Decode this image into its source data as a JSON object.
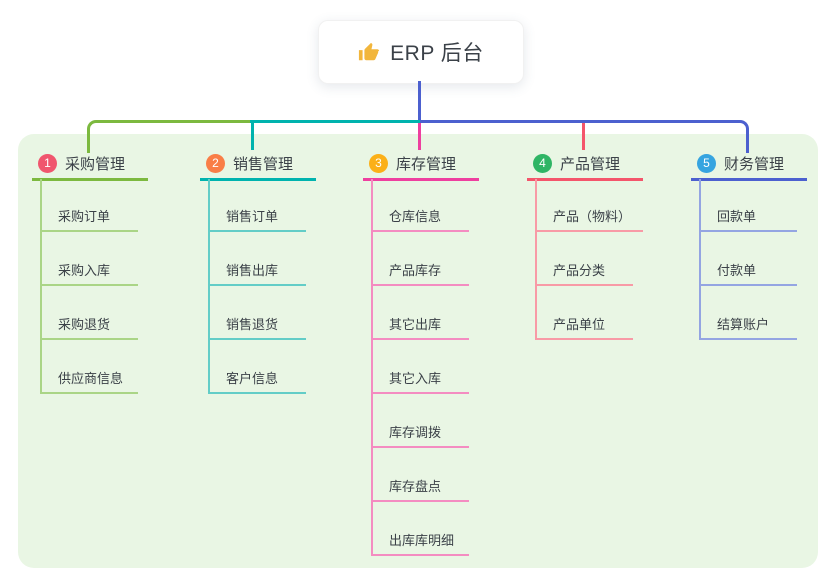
{
  "root": {
    "label": "ERP 后台",
    "icon": "thumbs-up-icon",
    "icon_color": "#f2b63c"
  },
  "branches": [
    {
      "number": "1",
      "label": "采购管理",
      "badge_color": "#f0566e",
      "line_color": "#7cb93f",
      "child_line_color": "#aad586",
      "children": [
        "采购订单",
        "采购入库",
        "采购退货",
        "供应商信息"
      ]
    },
    {
      "number": "2",
      "label": "销售管理",
      "badge_color": "#f97e47",
      "line_color": "#00b3ae",
      "child_line_color": "#63cdc7",
      "children": [
        "销售订单",
        "销售出库",
        "销售退货",
        "客户信息"
      ]
    },
    {
      "number": "3",
      "label": "库存管理",
      "badge_color": "#fbb018",
      "line_color": "#ee3f9f",
      "child_line_color": "#f48cc1",
      "children": [
        "仓库信息",
        "产品库存",
        "其它出库",
        "其它入库",
        "库存调拨",
        "库存盘点",
        "出库库明细"
      ]
    },
    {
      "number": "4",
      "label": "产品管理",
      "badge_color": "#2fb565",
      "line_color": "#f4556b",
      "child_line_color": "#f89aa6",
      "children": [
        "产品（物料）",
        "产品分类",
        "产品单位"
      ]
    },
    {
      "number": "5",
      "label": "财务管理",
      "badge_color": "#36a4e0",
      "line_color": "#4c60cf",
      "child_line_color": "#94a5e2",
      "children": [
        "回款单",
        "付款单",
        "结算账户"
      ]
    }
  ],
  "colors": {
    "canvas_bg": "#ffffff",
    "panel_bg": "#e9f6e4",
    "stem": "#4c60cf",
    "text": "#3b4148"
  }
}
